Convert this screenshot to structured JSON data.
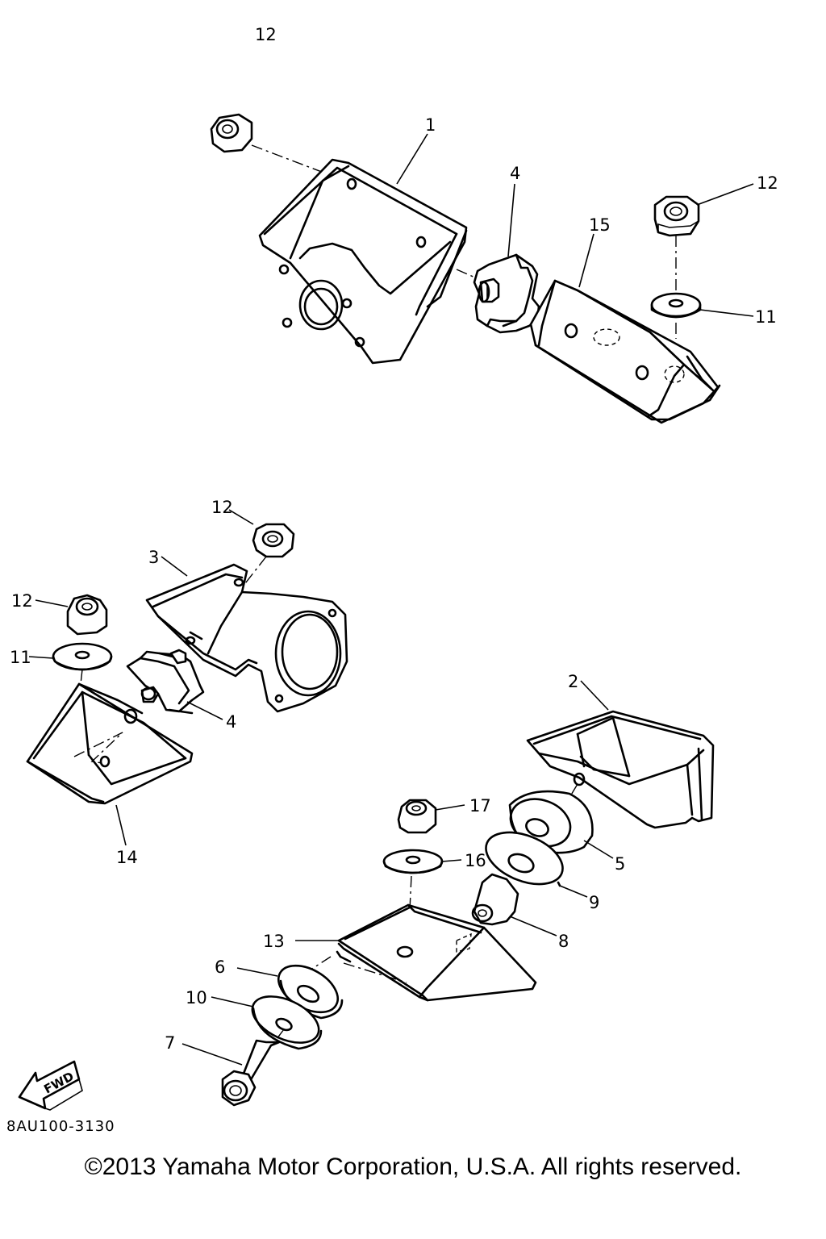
{
  "callouts": {
    "c1": "1",
    "c2": "2",
    "c3": "3",
    "c4a": "4",
    "c4b": "4",
    "c5": "5",
    "c6": "6",
    "c7": "7",
    "c8": "8",
    "c9": "9",
    "c10": "10",
    "c11a": "11",
    "c11b": "11",
    "c12a": "12",
    "c12b": "12",
    "c12c": "12",
    "c12d": "12",
    "c13": "13",
    "c14": "14",
    "c15": "15",
    "c16": "16",
    "c17": "17"
  },
  "fwd_arrow_label": "FWD",
  "drawing_code": "8AU100-3130",
  "copyright": "©2013 Yamaha Motor Corporation, U.S.A. All rights reserved."
}
